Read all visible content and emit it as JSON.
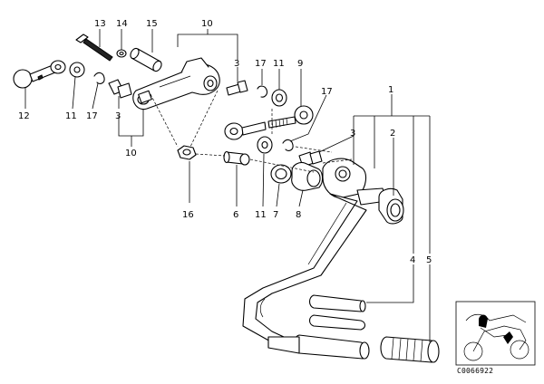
{
  "callouts": {
    "c13": "13",
    "c14": "14",
    "c15": "15",
    "c10a": "10",
    "c3a": "3",
    "c17a": "17",
    "c11a": "11",
    "c9": "9",
    "c12": "12",
    "c11b": "11",
    "c17b": "17",
    "c3b": "3",
    "c10b": "10",
    "c17c": "17",
    "c1": "1",
    "c3c": "3",
    "c2": "2",
    "c16": "16",
    "c6": "6",
    "c11c": "11",
    "c7": "7",
    "c8": "8",
    "c4": "4",
    "c5": "5"
  },
  "catalog_code": "C0066922"
}
